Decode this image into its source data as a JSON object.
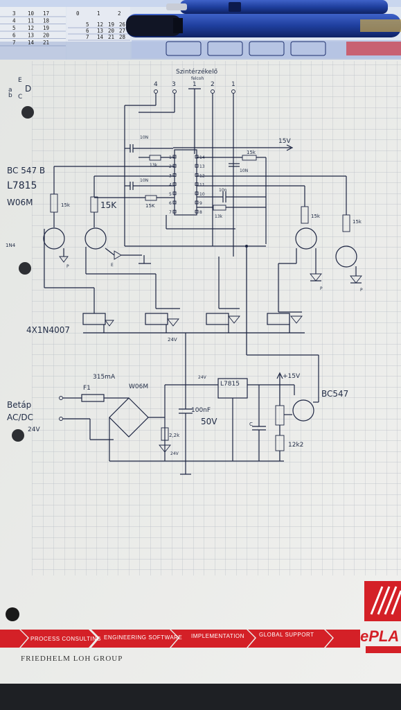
{
  "calendar": {
    "left_rows": [
      [
        "3",
        "10",
        "17"
      ],
      [
        "4",
        "11",
        "18"
      ],
      [
        "5",
        "12",
        "19"
      ],
      [
        "6",
        "13",
        "20"
      ],
      [
        "7",
        "14",
        "21"
      ]
    ],
    "right_rows": [
      [
        "5",
        "12",
        "19",
        "26"
      ],
      [
        "6",
        "13",
        "20",
        "27"
      ],
      [
        "7",
        "14",
        "21",
        "28"
      ]
    ],
    "header_right": [
      "0",
      "1",
      "2"
    ]
  },
  "schematic": {
    "title": "Szintérzékelő",
    "subtitle": "felcoh",
    "pin_numbers": [
      "4",
      "3",
      "1",
      "2",
      "1"
    ],
    "corner_letters": [
      "E",
      "a",
      "D",
      "b",
      "C"
    ],
    "parts_list": [
      "BC 547 B",
      "L7815",
      "W06M"
    ],
    "supply_out": "15V",
    "relay_label": "4X1N4007",
    "relay_supply": "24V",
    "fuse_label": "F1",
    "fuse_rating": "315mA",
    "bridge_label": "W06M",
    "cap_value": "100nF",
    "cap_voltage": "50V",
    "bulk_label": "24V",
    "regulator": "L7815",
    "reg_out": "+15V",
    "transistor_label": "BC547",
    "resistor_out": "12k2",
    "resistor_bottom": "2,2k",
    "led_label": "24V",
    "cap_c": "C",
    "input_label_1": "Betáp",
    "input_label_2": "AC/DC",
    "input_label_3": "24V",
    "r15k": "15k",
    "r15K": "15K",
    "c10n": "10N",
    "c10n_lower": "10n",
    "r13k": "13k",
    "ic_pins_left": [
      "1",
      "2",
      "3",
      "4",
      "5",
      "6",
      "7"
    ],
    "ic_pins_right": [
      "14",
      "13",
      "12",
      "11",
      "10",
      "9",
      "8"
    ],
    "led_letter": "P",
    "led_side": "E",
    "smudge": "1N4"
  },
  "banner": {
    "items": [
      "PROCESS CONSULTING",
      "ENGINEERING SOFTWARE",
      "IMPLEMENTATION",
      "GLOBAL SUPPORT"
    ],
    "company": "FRIEDHELM LOH GROUP",
    "logo": "ePLA"
  },
  "colors": {
    "paper": "#ecedea",
    "grid": "#b8bcc4",
    "ink": "#1b2340",
    "banner_red": "#d42027",
    "pen_blue": "#1f3f9e"
  }
}
